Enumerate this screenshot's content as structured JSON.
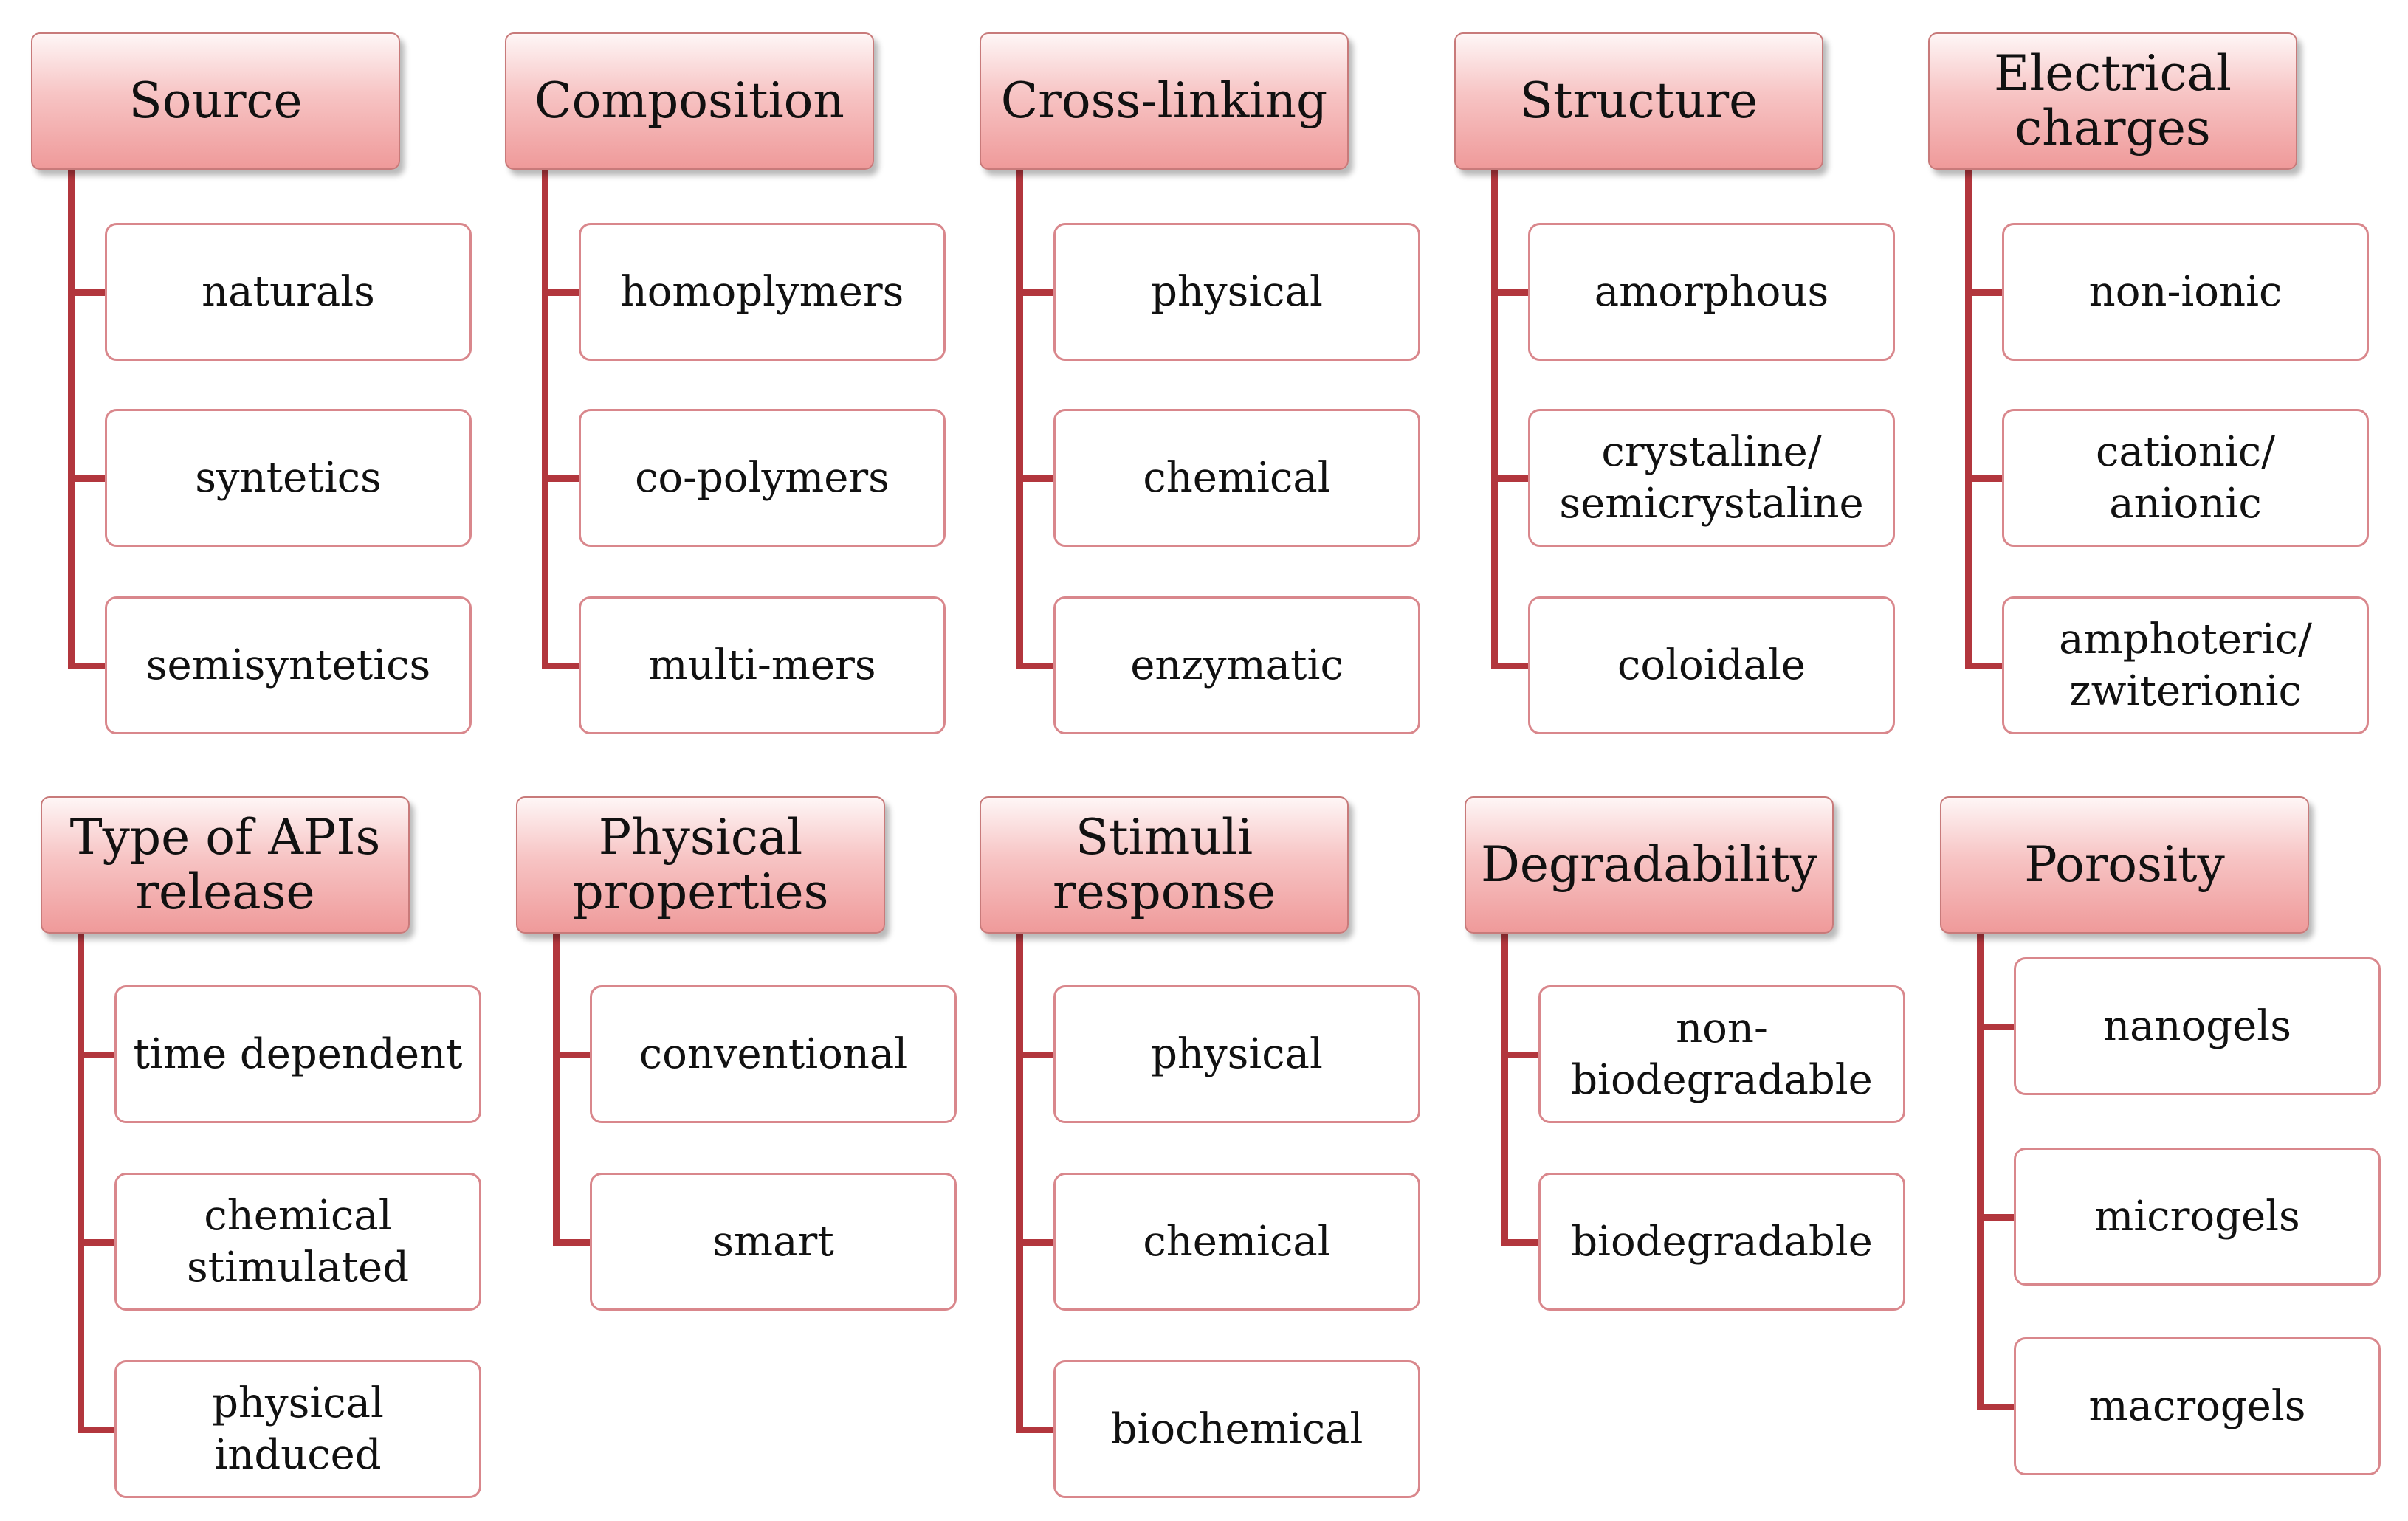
{
  "groups": [
    {
      "header": "Source",
      "items": [
        "naturals",
        "syntetics",
        "semisyntetics"
      ]
    },
    {
      "header": "Composition",
      "items": [
        "homoplymers",
        "co-polymers",
        "multi-mers"
      ]
    },
    {
      "header": "Cross-linking",
      "items": [
        "physical",
        "chemical",
        "enzymatic"
      ]
    },
    {
      "header": "Structure",
      "items": [
        "amorphous",
        "crystaline/\nsemicrystaline",
        "coloidale"
      ]
    },
    {
      "header": "Electrical\ncharges",
      "items": [
        "non-ionic",
        "cationic/\nanionic",
        "amphoteric/\nzwiterionic"
      ]
    },
    {
      "header": "Type of APIs\nrelease",
      "items": [
        "time dependent",
        "chemical\nstimulated",
        "physical\ninduced"
      ]
    },
    {
      "header": "Physical\nproperties",
      "items": [
        "conventional",
        "smart"
      ]
    },
    {
      "header": "Stimuli\nresponse",
      "items": [
        "physical",
        "chemical",
        "biochemical"
      ]
    },
    {
      "header": "Degradability",
      "items": [
        "non-\nbiodegradable",
        "biodegradable"
      ]
    },
    {
      "header": "Porosity",
      "items": [
        "nanogels",
        "microgels",
        "macrogels"
      ]
    }
  ],
  "colors": {
    "connector": "#b2363d",
    "item_border": "#d9878c",
    "header_gradient_top": "#fef6f6",
    "header_gradient_bottom": "#ef9a9a"
  }
}
